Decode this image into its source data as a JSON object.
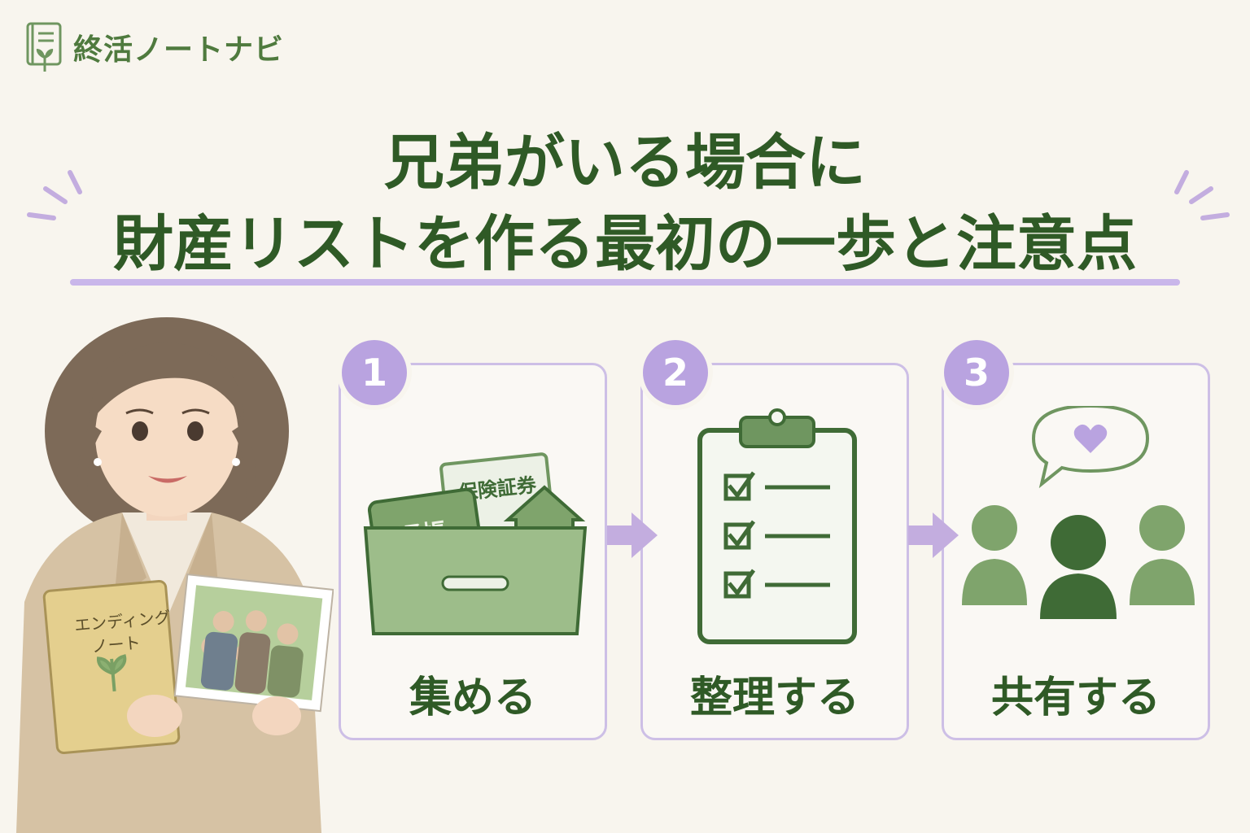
{
  "header": {
    "logo_text": "終活ノートナビ"
  },
  "title": {
    "line1": "兄弟がいる場合に",
    "line2": "財産リストを作る最初の一歩と注意点"
  },
  "illustration": {
    "book_line1": "エンディング",
    "book_line2": "ノート"
  },
  "steps": [
    {
      "number": "1",
      "label": "集める",
      "doc1": "保険証券",
      "doc2": "通帳",
      "coin": "¥"
    },
    {
      "number": "2",
      "label": "整理する"
    },
    {
      "number": "3",
      "label": "共有する"
    }
  ],
  "colors": {
    "title_green": "#2f5a26",
    "icon_green": "#6f9660",
    "dark_green": "#3f6b36",
    "accent_purple": "#b9a3e0",
    "card_border": "#cdbfe6",
    "background": "#f8f5ee"
  },
  "icons": [
    "notebook-sprout-icon",
    "box-documents-icon",
    "clipboard-checklist-icon",
    "people-share-heart-icon",
    "arrow-right-icon"
  ]
}
